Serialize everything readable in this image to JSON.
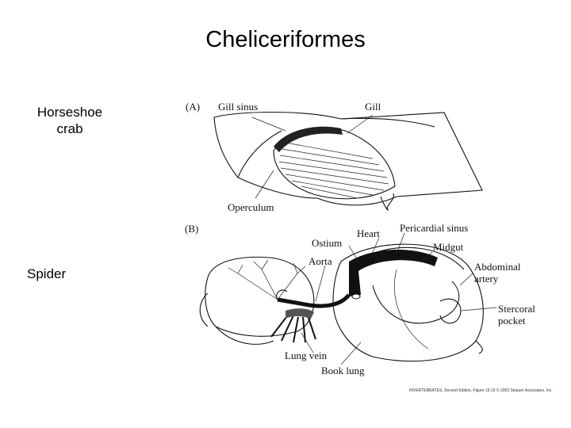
{
  "title": "Cheliceriformes",
  "labels": {
    "horseshoe_crab": "Horseshoe crab",
    "spider": "Spider"
  },
  "figure": {
    "panel_a": {
      "tag": "(A)",
      "gill_sinus": "Gill sinus",
      "gill": "Gill",
      "operculum": "Operculum"
    },
    "panel_b": {
      "tag": "(B)",
      "heart": "Heart",
      "pericardial_sinus": "Pericardial  sinus",
      "ostium": "Ostium",
      "midgut": "Midgut",
      "aorta": "Aorta",
      "abdominal": "Abdominal",
      "artery": "artery",
      "stercoral": "Stercoral",
      "pocket": "pocket",
      "lung_vein": "Lung vein",
      "book_lung": "Book lung"
    },
    "credit": "INVERTEBRATES, Second Edition, Figure 16.19  © 2003 Sinauer Associates, Inc."
  }
}
